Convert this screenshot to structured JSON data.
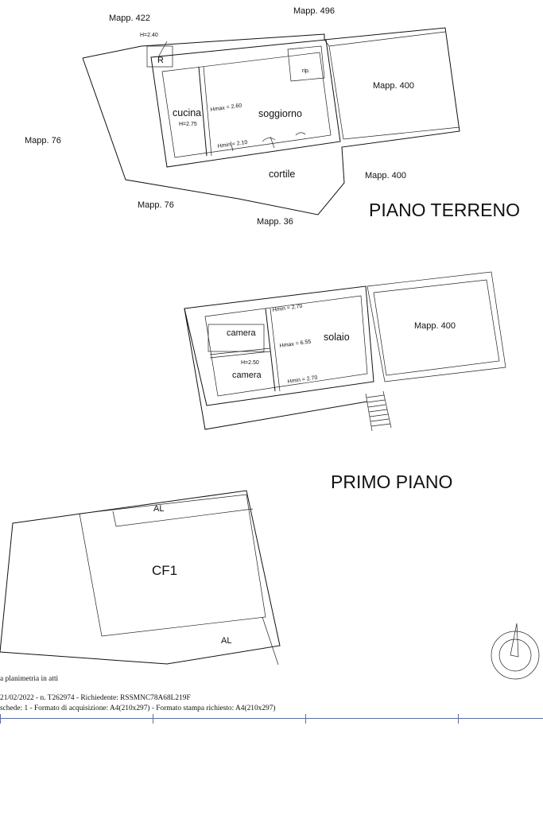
{
  "ground_floor": {
    "title": "PIANO TERRENO",
    "parcels": [
      "Mapp. 422",
      "Mapp. 496",
      "Mapp. 400",
      "Mapp. 76",
      "Mapp. 400",
      "Mapp. 76",
      "Mapp. 36"
    ],
    "rooms": [
      "R",
      "rip.",
      "cucina",
      "soggiorno",
      "cortile"
    ],
    "heights": [
      "H=2.40",
      "H=2.75",
      "Hmax = 2.60",
      "Hmin = 2.10"
    ]
  },
  "first_floor": {
    "title": "PRIMO PIANO",
    "parcels": [
      "Mapp. 400"
    ],
    "rooms": [
      "camera",
      "camera",
      "solaio"
    ],
    "heights": [
      "Hmin = 2.70",
      "Hmax = 6.55",
      "H=2.50",
      "Hmin = 2.70"
    ]
  },
  "site": {
    "labels": [
      "AL",
      "CF1",
      "AL"
    ]
  },
  "footer": {
    "line1": "a planimetria in atti",
    "line2": "21/02/2022 - n. T262974 - Richiedente: RSSMNC78A68L219F",
    "line3": "schede: 1 - Formato di acquisizione: A4(210x297)  - Formato stampa richiesto: A4(210x297)"
  }
}
